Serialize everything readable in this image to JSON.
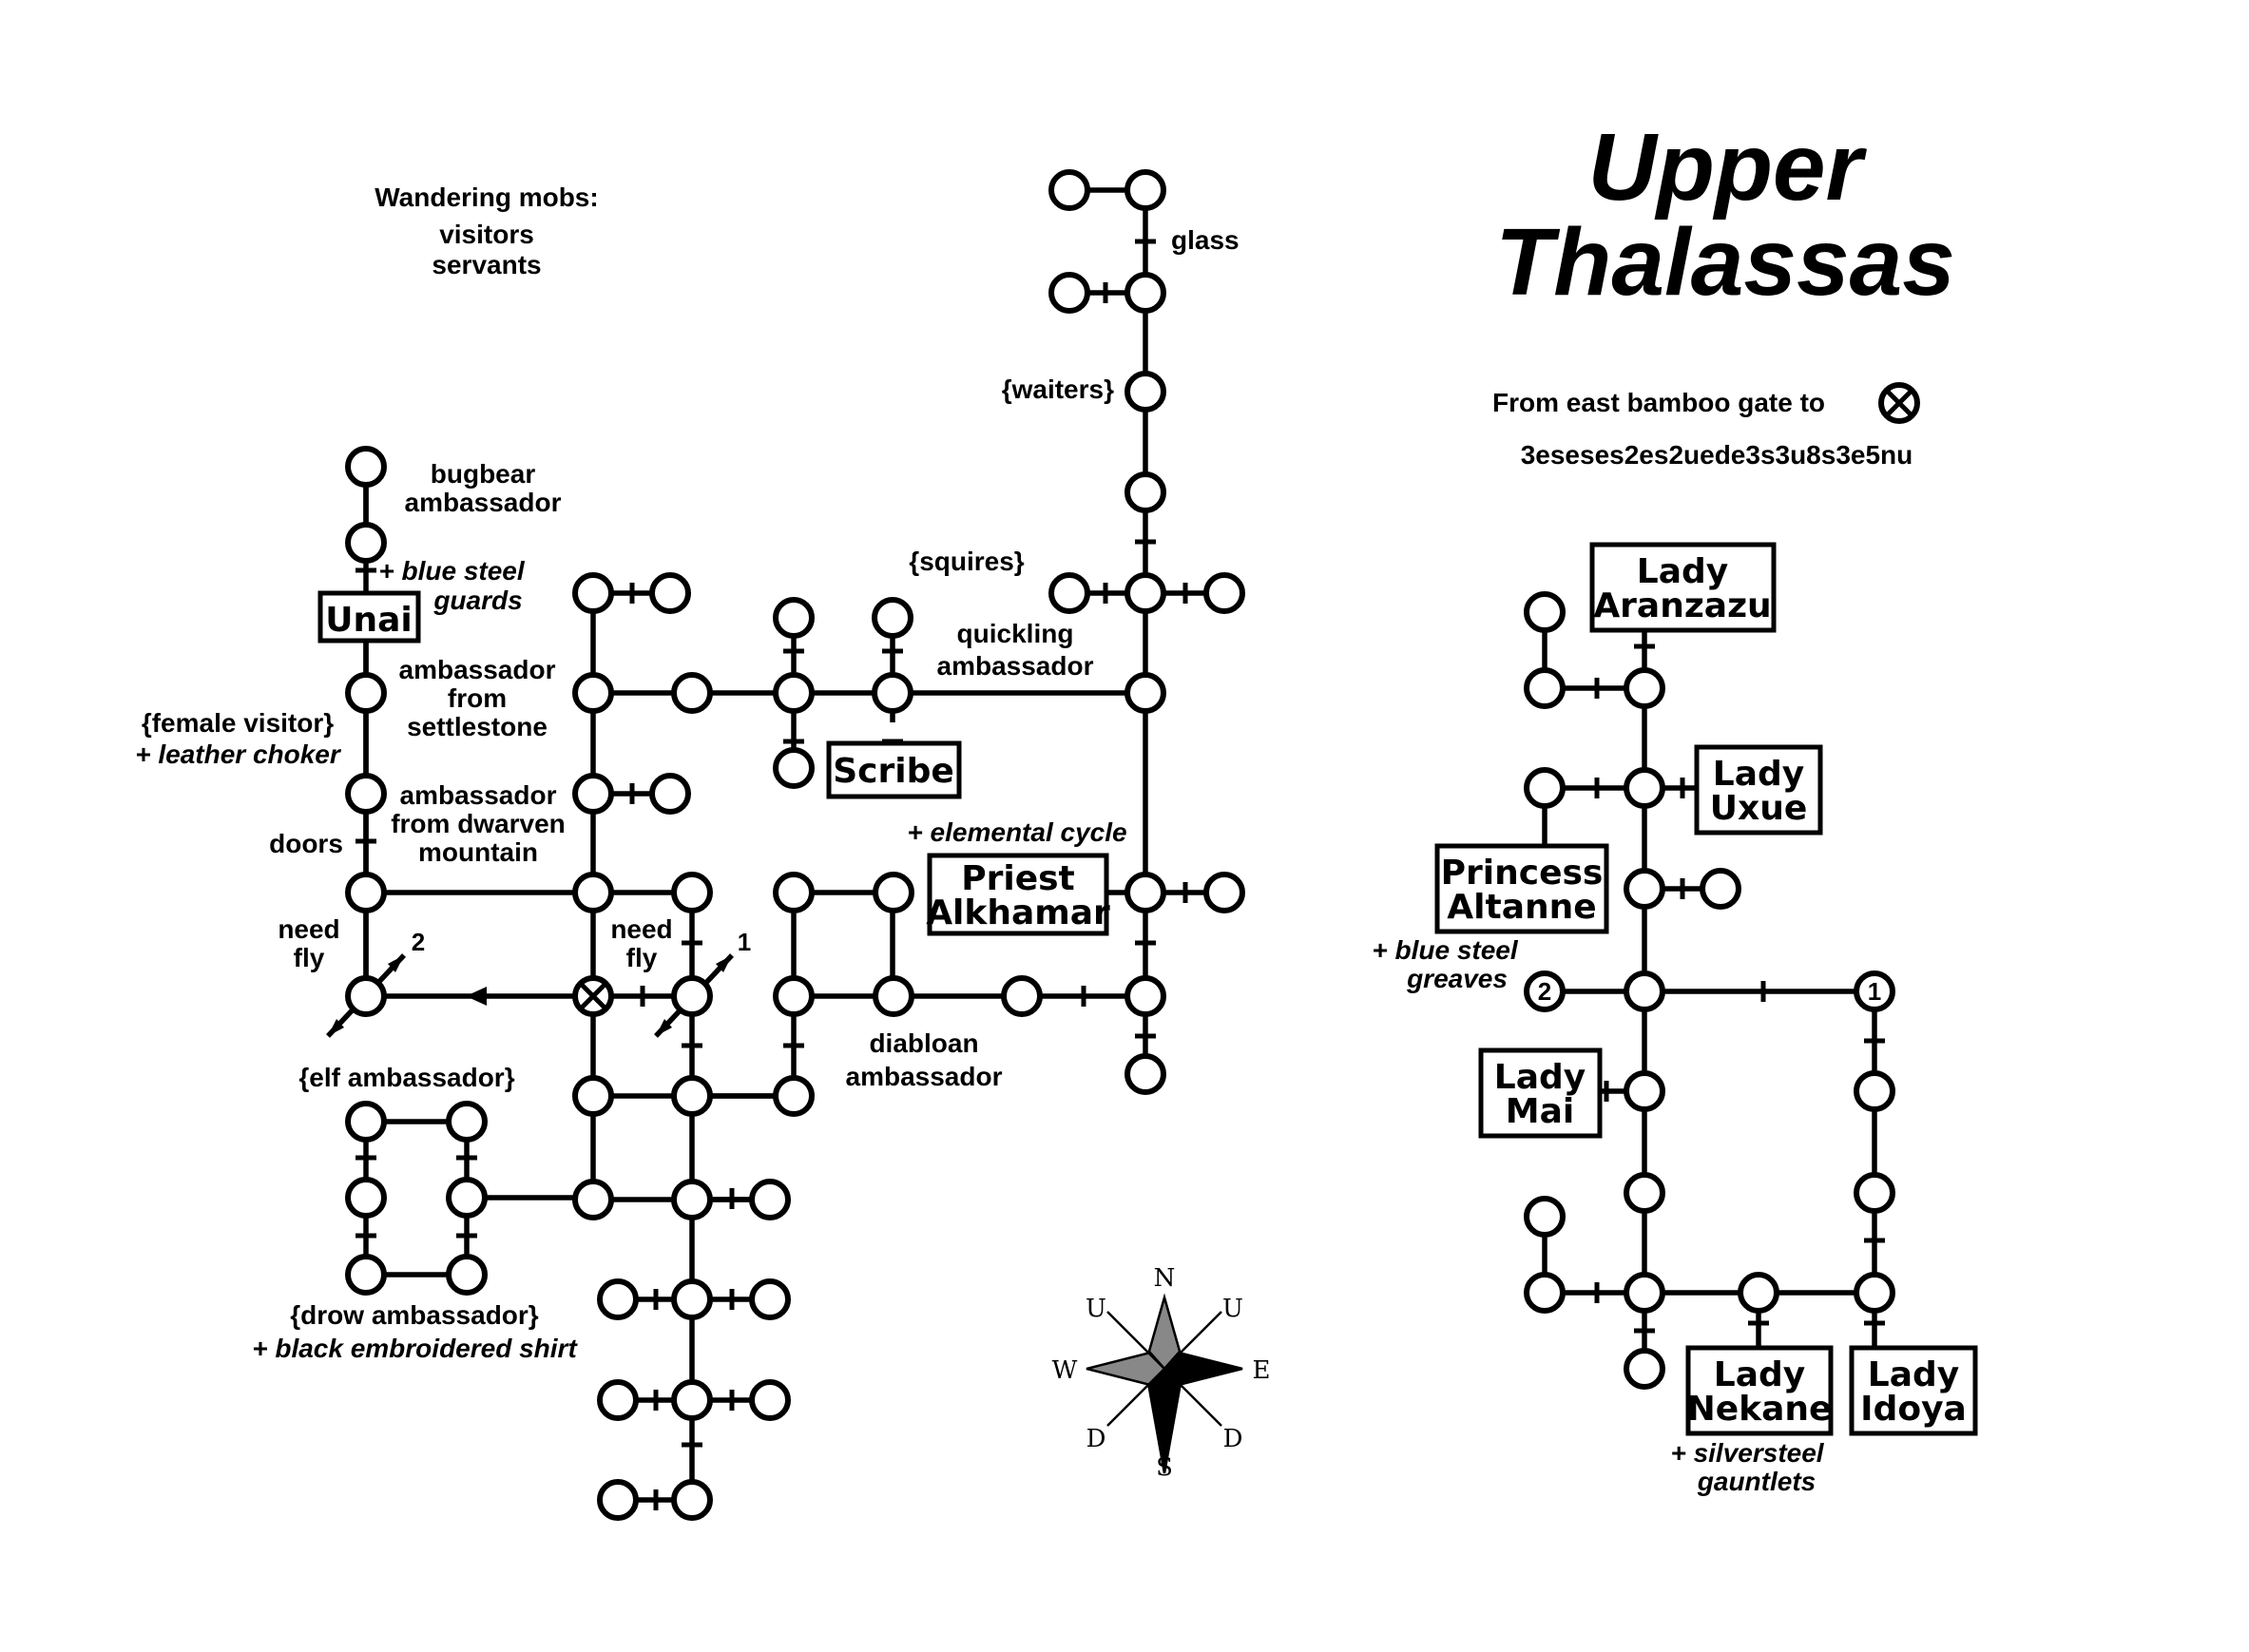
{
  "title": {
    "line1": "Upper",
    "line2": "Thalassas"
  },
  "wandering": {
    "heading": "Wandering mobs:",
    "line1": "visitors",
    "line2": "servants"
  },
  "route": {
    "text": "From east bamboo gate to",
    "path": "3eseses2es2uede3s3u8s3e5nu"
  },
  "compass": {
    "n": "N",
    "s": "S",
    "e": "E",
    "w": "W",
    "u1": "U",
    "u2": "U",
    "d1": "D",
    "d2": "D"
  },
  "labels": {
    "glass": "glass",
    "waiters": "{waiters}",
    "squires": "{squires}",
    "bugbear1": "bugbear",
    "bugbear2": "ambassador",
    "blue_guards1": "+ blue steel",
    "blue_guards2": "guards",
    "settle1": "ambassador",
    "settle2": "from",
    "settle3": "settlestone",
    "female1": "{female visitor}",
    "female2": "+ leather choker",
    "dwarf1": "ambassador",
    "dwarf2": "from dwarven",
    "dwarf3": "mountain",
    "doors": "doors",
    "needfly_l1": "need",
    "needfly_l2": "fly",
    "needfly_c1": "need",
    "needfly_c2": "fly",
    "two": "2",
    "one": "1",
    "quick1": "quickling",
    "quick2": "ambassador",
    "elemental": "+ elemental cycle",
    "diabloan1": "diabloan",
    "diabloan2": "ambassador",
    "elf": "{elf ambassador}",
    "drow1": "{drow ambassador}",
    "drow2": "+ black embroidered shirt",
    "greaves1": "+ blue steel",
    "greaves2": "greaves",
    "gauntlets1": "+ silversteel",
    "gauntlets2": "gauntlets",
    "marker2": "2",
    "marker1": "1"
  },
  "npcs": {
    "unai": "Unai",
    "scribe": "Scribe",
    "priest1": "Priest",
    "priest2": "Alkhamar",
    "aran1": "Lady",
    "aran2": "Aranzazu",
    "uxue1": "Lady",
    "uxue2": "Uxue",
    "alt1": "Princess",
    "alt2": "Altanne",
    "mai1": "Lady",
    "mai2": "Mai",
    "nek1": "Lady",
    "nek2": "Nekane",
    "ido1": "Lady",
    "ido2": "Idoya"
  },
  "colors": {
    "ink": "#000000",
    "paper": "#ffffff",
    "compass_fill": "#888888"
  }
}
